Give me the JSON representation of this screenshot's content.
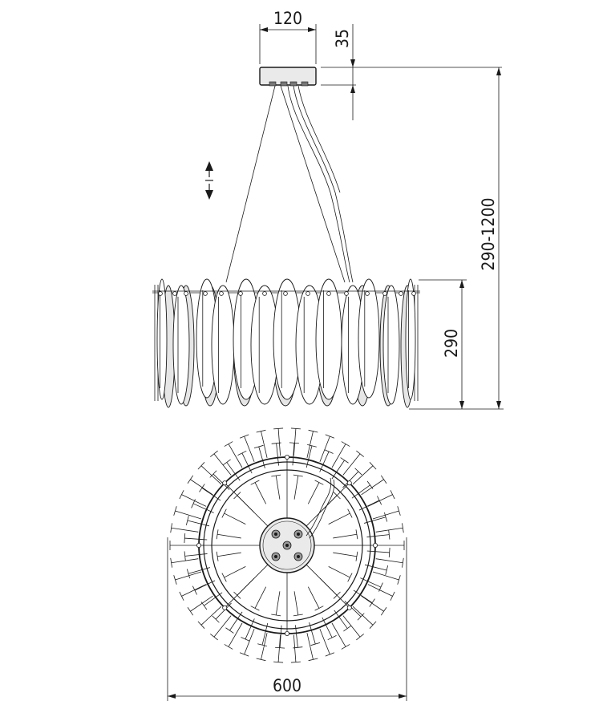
{
  "dimensions": {
    "canopy_width": "120",
    "canopy_height": "35",
    "total_height": "290-1200",
    "shade_height": "290",
    "diameter": "600"
  },
  "colors": {
    "line": "#1a1a1a",
    "canopy_fill": "#eaeaea",
    "background": "#ffffff"
  }
}
